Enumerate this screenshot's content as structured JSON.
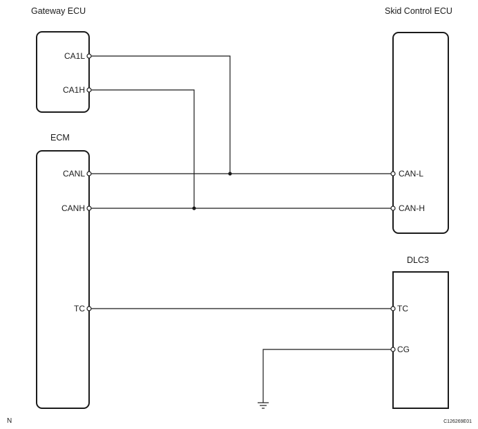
{
  "components": {
    "gateway": {
      "title": "Gateway ECU",
      "pins": [
        "CA1L",
        "CA1H"
      ]
    },
    "skid": {
      "title": "Skid Control ECU",
      "pins": [
        "CAN-L",
        "CAN-H"
      ]
    },
    "ecm": {
      "title": "ECM",
      "pins": [
        "CANL",
        "CANH",
        "TC"
      ]
    },
    "dlc3": {
      "title": "DLC3",
      "pins": [
        "TC",
        "CG"
      ]
    }
  },
  "footer": {
    "left_mark": "N",
    "figure_code": "C126269E01"
  }
}
